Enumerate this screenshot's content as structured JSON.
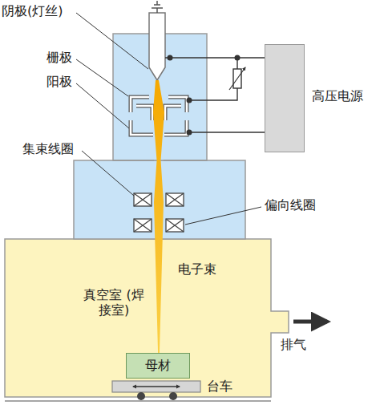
{
  "diagram": {
    "nodes": [
      {
        "text": [
          "真空室 (焊接室)"
        ]
      },
      {
        "text": [
          "母材"
        ],
        "in": 0
      },
      {
        "text": [
          "高压电源"
        ]
      }
    ],
    "labels": [
      "阴极(灯丝)",
      "栅极",
      "阳极",
      "集束线圈",
      "偏向线圈",
      "电子束",
      "排气",
      "台车"
    ]
  }
}
